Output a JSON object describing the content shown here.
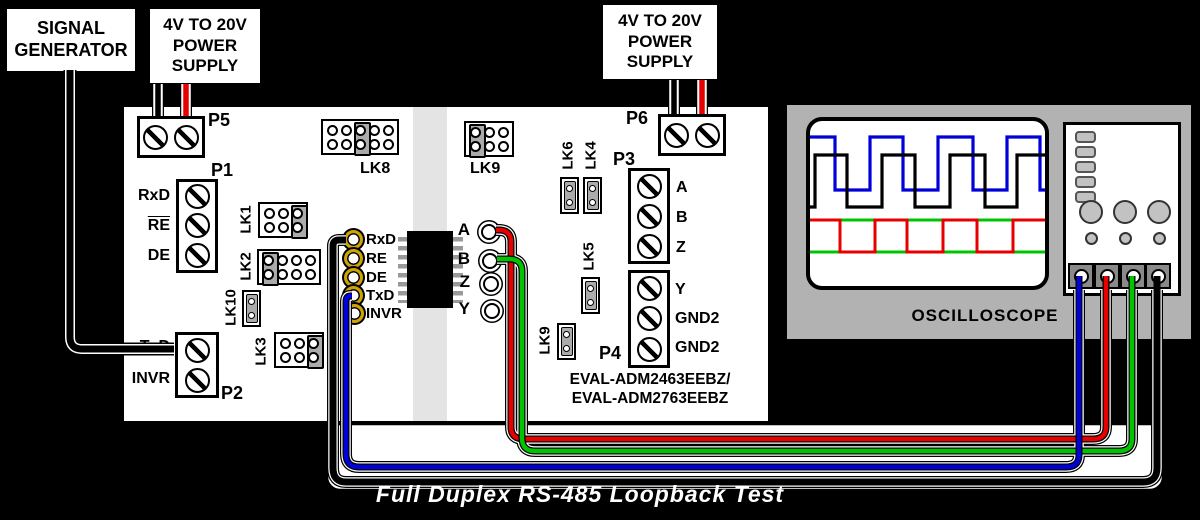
{
  "page": {
    "background": "#000000",
    "caption": "Full Duplex RS-485 Loopback Test"
  },
  "boxes": {
    "signal_generator": {
      "line1": "SIGNAL",
      "line2": "GENERATOR"
    },
    "power_supply_left": {
      "line1": "4V TO 20V",
      "line2": "POWER",
      "line3": "SUPPLY"
    },
    "power_supply_right": {
      "line1": "4V TO 20V",
      "line2": "POWER",
      "line3": "SUPPLY"
    }
  },
  "board": {
    "title_line1": "EVAL-ADM2463EEBZ/",
    "title_line2": "EVAL-ADM2763EEBZ",
    "connectors": {
      "p5": "P5",
      "p6": "P6",
      "p1": "P1",
      "p2": "P2",
      "p3": "P3",
      "p4": "P4"
    },
    "p1_pins": [
      "RxD",
      "RE",
      "DE"
    ],
    "p2_pins": [
      "TxD",
      "INVR"
    ],
    "p3_pins": [
      "A",
      "B",
      "Z"
    ],
    "p4_pins": [
      "Y",
      "GND2",
      "GND2"
    ],
    "jumpers": {
      "lk8": "LK8",
      "lk9_top": "LK9",
      "lk1": "LK1",
      "lk2": "LK2",
      "lk10": "LK10",
      "lk3": "LK3",
      "lk6": "LK6",
      "lk4": "LK4",
      "lk5": "LK5",
      "lk9_bottom": "LK9"
    },
    "testpoints_left": [
      "RxD",
      "RE",
      "DE",
      "TxD",
      "INVR"
    ],
    "testpoints_right": [
      "A",
      "B",
      "Z",
      "Y"
    ]
  },
  "oscilloscope": {
    "label": "OSCILLOSCOPE"
  },
  "wire_colors": {
    "black": "#000000",
    "red": "#e60000",
    "green": "#00c400",
    "blue": "#0000d8",
    "casing": "#ffffff"
  }
}
